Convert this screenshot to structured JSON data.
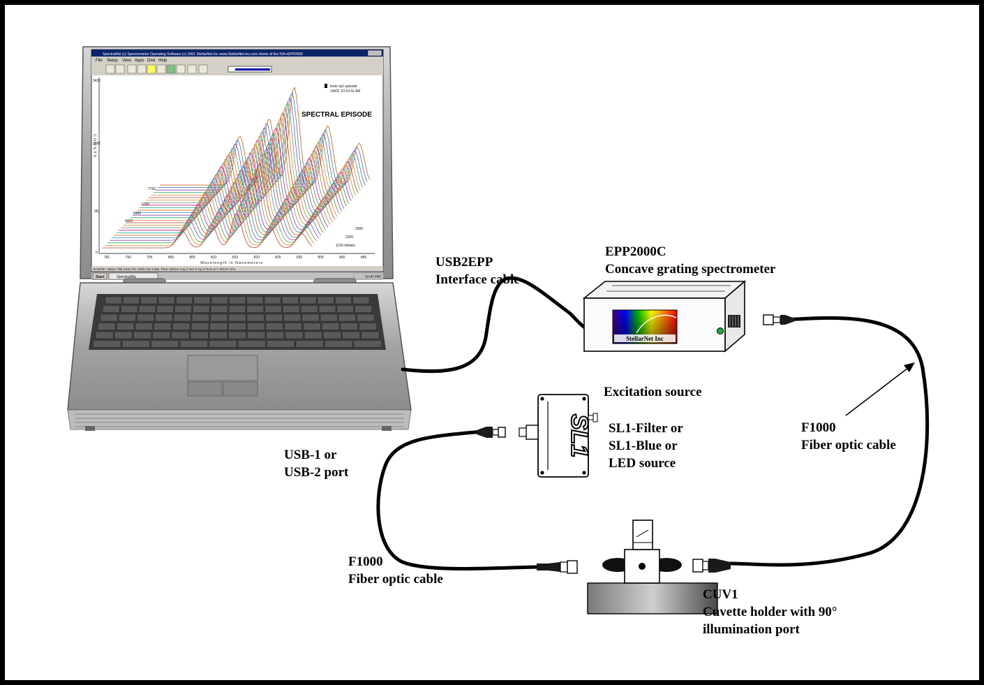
{
  "labels": {
    "epp": {
      "model": "EPP2000C",
      "desc": "Concave grating spectrometer"
    },
    "usb2epp": {
      "model": "USB2EPP",
      "desc": "Interface cable"
    },
    "excitation": "Excitation source",
    "sl1": {
      "line1": "SL1-Filter or",
      "line2": "SL1-Blue or",
      "line3": "LED source"
    },
    "usbport": {
      "line1": "USB-1 or",
      "line2": "USB-2 port"
    },
    "fiber_left": {
      "model": "F1000",
      "desc": "Fiber optic cable"
    },
    "fiber_right": {
      "model": "F1000",
      "desc": "Fiber optic cable"
    },
    "cuv": {
      "model": "CUV1",
      "line1": "Cuvette holder with 90°",
      "line2": "illumination port"
    }
  },
  "device_text": {
    "spectrometer_brand": "StellarNet Inc",
    "sl1_mark": "SL1"
  },
  "screen": {
    "window_title": "SpectraWiz (c) Spectrometer Operating Software (c) 2001 StellarNet Inc  www.StellarNet-Inc.com  Home of the ISA+EPP2000",
    "menu": [
      "File",
      "Setup",
      "View",
      "Apps",
      "Disk",
      "Help"
    ],
    "chart_title": "SPECTRAL EPISODE",
    "legend_line1": "tests sp1 episode",
    "legend_line2": "1/8/01 10:19:41 AM",
    "y_axis_label": "COUNTS",
    "y_ticks": [
      "3430",
      "2687",
      "961",
      "0"
    ],
    "depth_labels_left": [
      "7750",
      "6390",
      "5490",
      "4400"
    ],
    "depth_labels_right": [
      "3300",
      "2200",
      "1100 millisec"
    ],
    "x_ticks": [
      "781",
      "790",
      "795",
      "800",
      "805",
      "810",
      "815",
      "820",
      "825",
      "830",
      "835",
      "840",
      "845"
    ],
    "x_axis_label": "Wavelength in Nanometers",
    "status_bar": "SCOPE+ Wave 785 Amm Pix 1030 Val 3.661 Time 100ms Avg 2 Sm 0 Xp 0 Tcon Z Y ZRAP Ch1",
    "taskbar_start": "Start",
    "taskbar_app": "SpectraWiz",
    "taskbar_clock": "10:47 PM"
  },
  "colors": {
    "border": "#000000",
    "cable": "#000000",
    "laptop_body": "#a9a9a9",
    "screen_bg": "#ffffff",
    "title_bar": "#0a246a",
    "spectrum_grad": [
      "#ff0000",
      "#ffff00",
      "#00ff00",
      "#0000ff"
    ]
  }
}
